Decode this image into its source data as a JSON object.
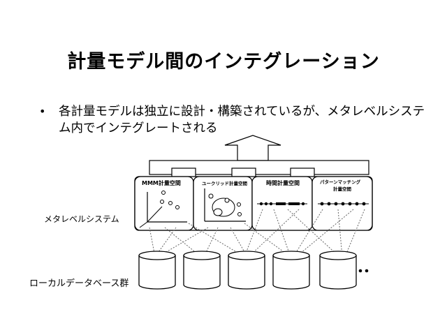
{
  "slide": {
    "title": "計量モデル間のインテグレーション",
    "bullet": "各計量モデルは独立に設計・構築されているが、メタレベルシステム内でインテグレートされる"
  },
  "diagram": {
    "meta_system_label": "メタレベルシステム",
    "local_db_label": "ローカルデータベース群",
    "modules": [
      {
        "title": "MMM計量空間"
      },
      {
        "title": "ユークリッド計量空間"
      },
      {
        "title": "時間計量空間"
      },
      {
        "title": "パターンマッチング計量空間",
        "title_line1": "パターンマッチング",
        "title_line2": "計量空間"
      }
    ],
    "database_count": 5,
    "colors": {
      "stroke": "#000000",
      "background": "#ffffff",
      "dotted": "#555555"
    }
  }
}
